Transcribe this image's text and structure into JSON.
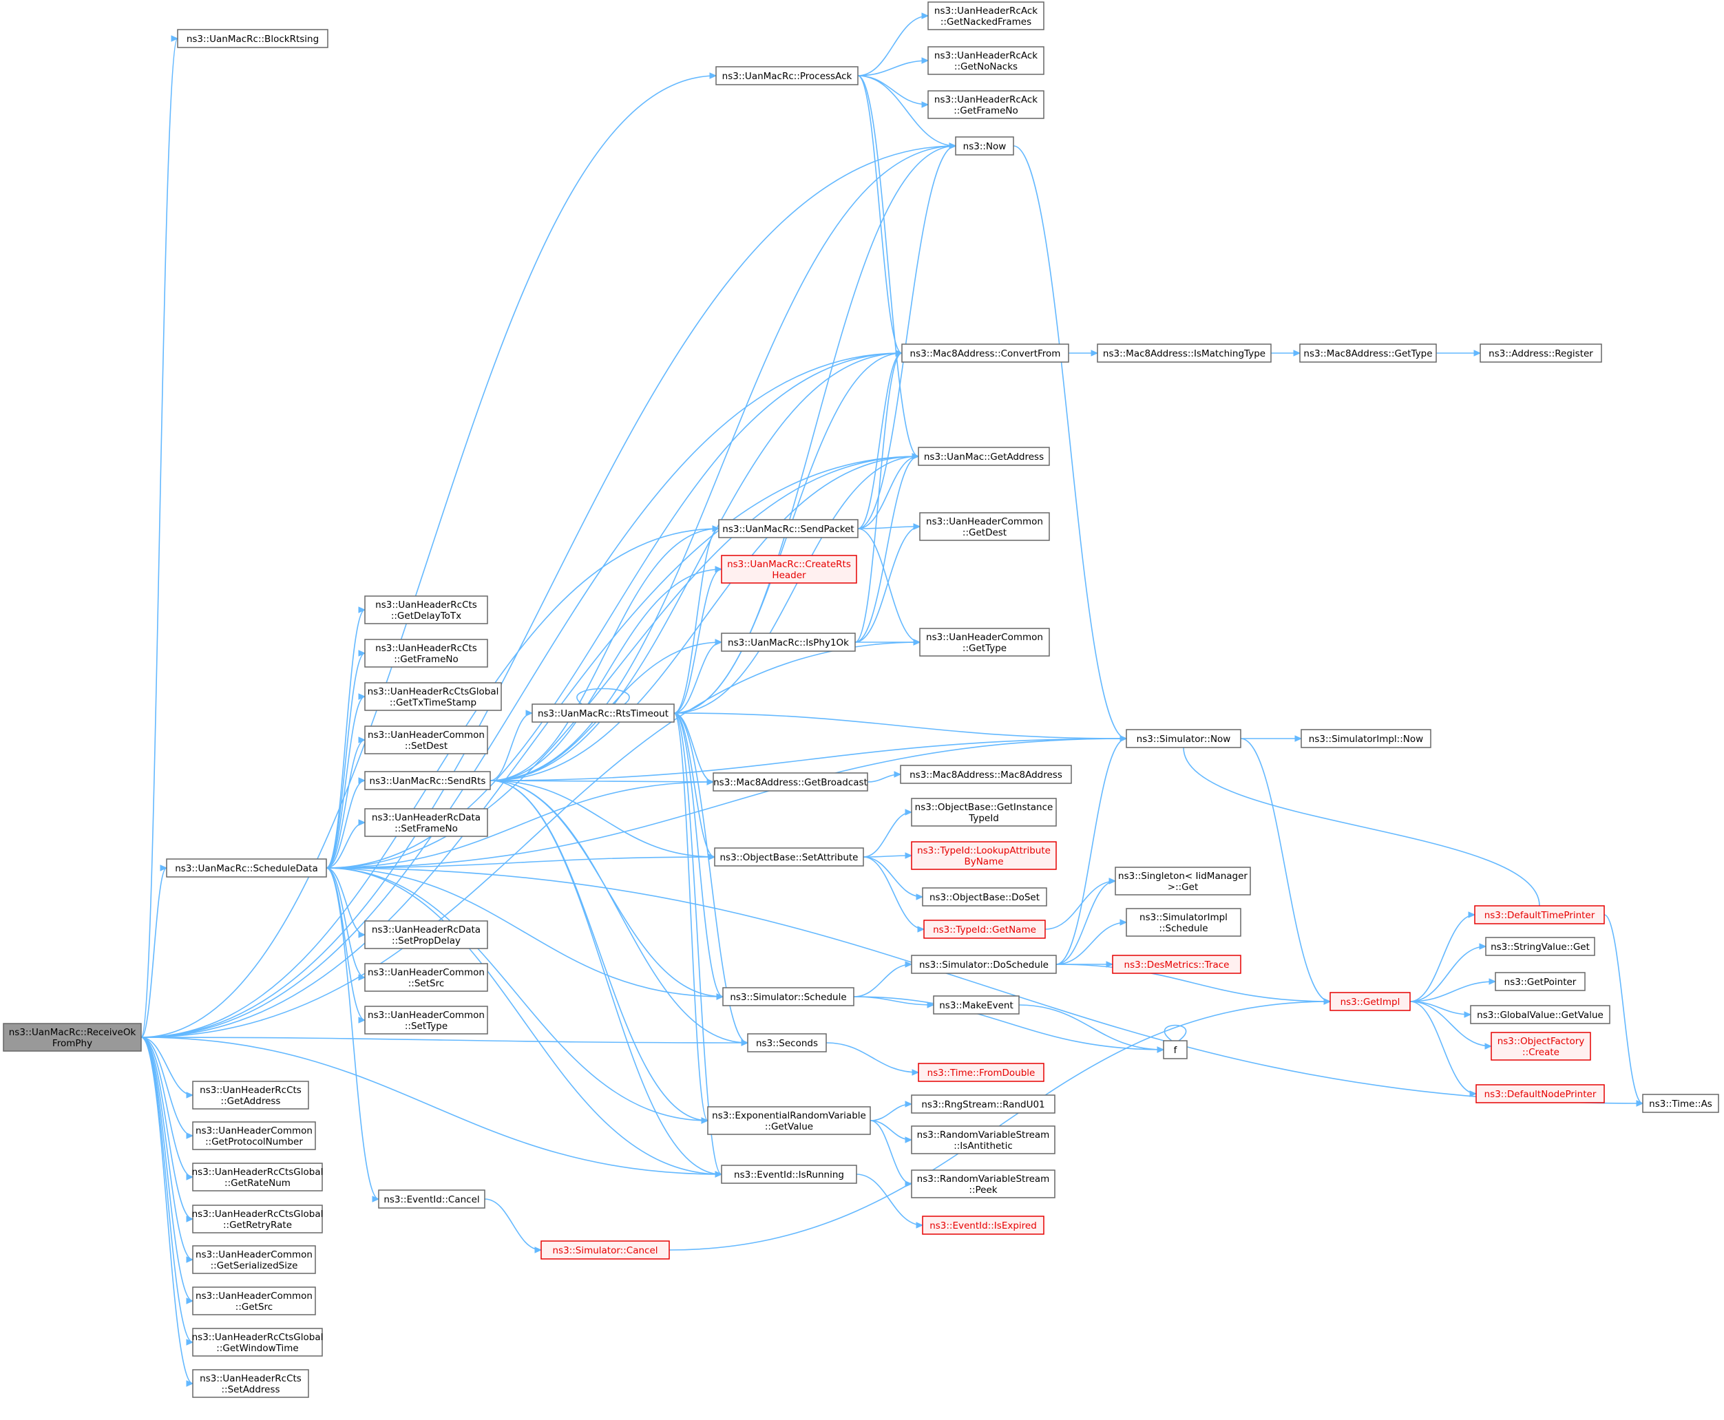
{
  "colors": {
    "edge": "#63b8ff",
    "node_border": "#666666",
    "root_fill": "#999999",
    "red_text": "#e60000",
    "red_fill": "#fff0f0"
  },
  "nodes": [
    {
      "id": "root",
      "lines": [
        "ns3::UanMacRc::ReceiveOk",
        "FromPhy"
      ],
      "style": "root"
    },
    {
      "id": "blockrts",
      "lines": [
        "ns3::UanMacRc::BlockRtsing"
      ],
      "style": "normal"
    },
    {
      "id": "processack",
      "lines": [
        "ns3::UanMacRc::ProcessAck"
      ],
      "style": "normal"
    },
    {
      "id": "nacked",
      "lines": [
        "ns3::UanHeaderRcAck",
        "::GetNackedFrames"
      ],
      "style": "normal"
    },
    {
      "id": "nonacks",
      "lines": [
        "ns3::UanHeaderRcAck",
        "::GetNoNacks"
      ],
      "style": "normal"
    },
    {
      "id": "frameno_ack",
      "lines": [
        "ns3::UanHeaderRcAck",
        "::GetFrameNo"
      ],
      "style": "normal"
    },
    {
      "id": "now",
      "lines": [
        "ns3::Now"
      ],
      "style": "normal"
    },
    {
      "id": "convertfrom",
      "lines": [
        "ns3::Mac8Address::ConvertFrom"
      ],
      "style": "normal"
    },
    {
      "id": "ismatching",
      "lines": [
        "ns3::Mac8Address::IsMatchingType"
      ],
      "style": "normal"
    },
    {
      "id": "gettype_mac8",
      "lines": [
        "ns3::Mac8Address::GetType"
      ],
      "style": "normal"
    },
    {
      "id": "register",
      "lines": [
        "ns3::Address::Register"
      ],
      "style": "normal"
    },
    {
      "id": "getaddress_mac",
      "lines": [
        "ns3::UanMac::GetAddress"
      ],
      "style": "normal"
    },
    {
      "id": "sendpacket",
      "lines": [
        "ns3::UanMacRc::SendPacket"
      ],
      "style": "normal"
    },
    {
      "id": "getdest",
      "lines": [
        "ns3::UanHeaderCommon",
        "::GetDest"
      ],
      "style": "normal"
    },
    {
      "id": "createrts",
      "lines": [
        "ns3::UanMacRc::CreateRts",
        "Header"
      ],
      "style": "red"
    },
    {
      "id": "isphy1ok",
      "lines": [
        "ns3::UanMacRc::IsPhy1Ok"
      ],
      "style": "normal"
    },
    {
      "id": "gettype_common",
      "lines": [
        "ns3::UanHeaderCommon",
        "::GetType"
      ],
      "style": "normal"
    },
    {
      "id": "getdelaytotx",
      "lines": [
        "ns3::UanHeaderRcCts",
        "::GetDelayToTx"
      ],
      "style": "normal"
    },
    {
      "id": "getframeno_cts",
      "lines": [
        "ns3::UanHeaderRcCts",
        "::GetFrameNo"
      ],
      "style": "normal"
    },
    {
      "id": "gettxtimestamp",
      "lines": [
        "ns3::UanHeaderRcCtsGlobal",
        "::GetTxTimeStamp"
      ],
      "style": "normal"
    },
    {
      "id": "setdest",
      "lines": [
        "ns3::UanHeaderCommon",
        "::SetDest"
      ],
      "style": "normal"
    },
    {
      "id": "rtstimeout",
      "lines": [
        "ns3::UanMacRc::RtsTimeout"
      ],
      "style": "normal"
    },
    {
      "id": "simnow",
      "lines": [
        "ns3::Simulator::Now"
      ],
      "style": "normal"
    },
    {
      "id": "simimplnow",
      "lines": [
        "ns3::SimulatorImpl::Now"
      ],
      "style": "normal"
    },
    {
      "id": "sendrts",
      "lines": [
        "ns3::UanMacRc::SendRts"
      ],
      "style": "normal"
    },
    {
      "id": "getbroadcast",
      "lines": [
        "ns3::Mac8Address::GetBroadcast"
      ],
      "style": "normal"
    },
    {
      "id": "mac8ctor",
      "lines": [
        "ns3::Mac8Address::Mac8Address"
      ],
      "style": "normal"
    },
    {
      "id": "getinstancetypeid",
      "lines": [
        "ns3::ObjectBase::GetInstance",
        "TypeId"
      ],
      "style": "normal"
    },
    {
      "id": "setframeno",
      "lines": [
        "ns3::UanHeaderRcData",
        "::SetFrameNo"
      ],
      "style": "normal"
    },
    {
      "id": "scheduledata",
      "lines": [
        "ns3::UanMacRc::ScheduleData"
      ],
      "style": "normal"
    },
    {
      "id": "setattribute",
      "lines": [
        "ns3::ObjectBase::SetAttribute"
      ],
      "style": "normal"
    },
    {
      "id": "lookupattr",
      "lines": [
        "ns3::TypeId::LookupAttribute",
        "ByName"
      ],
      "style": "red"
    },
    {
      "id": "singleton",
      "lines": [
        "ns3::Singleton< IidManager",
        ">::Get"
      ],
      "style": "normal"
    },
    {
      "id": "doset",
      "lines": [
        "ns3::ObjectBase::DoSet"
      ],
      "style": "normal"
    },
    {
      "id": "getname",
      "lines": [
        "ns3::TypeId::GetName"
      ],
      "style": "red"
    },
    {
      "id": "defaulttimeprinter",
      "lines": [
        "ns3::DefaultTimePrinter"
      ],
      "style": "red"
    },
    {
      "id": "setpropdelay",
      "lines": [
        "ns3::UanHeaderRcData",
        "::SetPropDelay"
      ],
      "style": "normal"
    },
    {
      "id": "simimplschedule",
      "lines": [
        "ns3::SimulatorImpl",
        "::Schedule"
      ],
      "style": "normal"
    },
    {
      "id": "stringvalueget",
      "lines": [
        "ns3::StringValue::Get"
      ],
      "style": "normal"
    },
    {
      "id": "setsrc",
      "lines": [
        "ns3::UanHeaderCommon",
        "::SetSrc"
      ],
      "style": "normal"
    },
    {
      "id": "doschedule",
      "lines": [
        "ns3::Simulator::DoSchedule"
      ],
      "style": "normal"
    },
    {
      "id": "trace",
      "lines": [
        "ns3::DesMetrics::Trace"
      ],
      "style": "red"
    },
    {
      "id": "getimpl",
      "lines": [
        "ns3::GetImpl"
      ],
      "style": "red"
    },
    {
      "id": "getpointer",
      "lines": [
        "ns3::GetPointer"
      ],
      "style": "normal"
    },
    {
      "id": "simschedule",
      "lines": [
        "ns3::Simulator::Schedule"
      ],
      "style": "normal"
    },
    {
      "id": "settype",
      "lines": [
        "ns3::UanHeaderCommon",
        "::SetType"
      ],
      "style": "normal"
    },
    {
      "id": "makeevent",
      "lines": [
        "ns3::MakeEvent"
      ],
      "style": "normal"
    },
    {
      "id": "globalvalue",
      "lines": [
        "ns3::GlobalValue::GetValue"
      ],
      "style": "normal"
    },
    {
      "id": "seconds",
      "lines": [
        "ns3::Seconds"
      ],
      "style": "normal"
    },
    {
      "id": "f",
      "lines": [
        "f"
      ],
      "style": "normal"
    },
    {
      "id": "objectfactory",
      "lines": [
        "ns3::ObjectFactory",
        "::Create"
      ],
      "style": "red"
    },
    {
      "id": "fromdouble",
      "lines": [
        "ns3::Time::FromDouble"
      ],
      "style": "red"
    },
    {
      "id": "getaddress_cts",
      "lines": [
        "ns3::UanHeaderRcCts",
        "::GetAddress"
      ],
      "style": "normal"
    },
    {
      "id": "defaultnodeprinter",
      "lines": [
        "ns3::DefaultNodePrinter"
      ],
      "style": "red"
    },
    {
      "id": "randu01",
      "lines": [
        "ns3::RngStream::RandU01"
      ],
      "style": "normal"
    },
    {
      "id": "timeas",
      "lines": [
        "ns3::Time::As"
      ],
      "style": "normal"
    },
    {
      "id": "expgetvalue",
      "lines": [
        "ns3::ExponentialRandomVariable",
        "::GetValue"
      ],
      "style": "normal"
    },
    {
      "id": "getprotocol",
      "lines": [
        "ns3::UanHeaderCommon",
        "::GetProtocolNumber"
      ],
      "style": "normal"
    },
    {
      "id": "isantithetic",
      "lines": [
        "ns3::RandomVariableStream",
        "::IsAntithetic"
      ],
      "style": "normal"
    },
    {
      "id": "getratenum",
      "lines": [
        "ns3::UanHeaderRcCtsGlobal",
        "::GetRateNum"
      ],
      "style": "normal"
    },
    {
      "id": "isrunning",
      "lines": [
        "ns3::EventId::IsRunning"
      ],
      "style": "normal"
    },
    {
      "id": "peek",
      "lines": [
        "ns3::RandomVariableStream",
        "::Peek"
      ],
      "style": "normal"
    },
    {
      "id": "getretryrate",
      "lines": [
        "ns3::UanHeaderRcCtsGlobal",
        "::GetRetryRate"
      ],
      "style": "normal"
    },
    {
      "id": "eventcancel",
      "lines": [
        "ns3::EventId::Cancel"
      ],
      "style": "normal"
    },
    {
      "id": "isexpired",
      "lines": [
        "ns3::EventId::IsExpired"
      ],
      "style": "red"
    },
    {
      "id": "simcancel",
      "lines": [
        "ns3::Simulator::Cancel"
      ],
      "style": "red"
    },
    {
      "id": "getserialized",
      "lines": [
        "ns3::UanHeaderCommon",
        "::GetSerializedSize"
      ],
      "style": "normal"
    },
    {
      "id": "getsrc",
      "lines": [
        "ns3::UanHeaderCommon",
        "::GetSrc"
      ],
      "style": "normal"
    },
    {
      "id": "getwindowtime",
      "lines": [
        "ns3::UanHeaderRcCtsGlobal",
        "::GetWindowTime"
      ],
      "style": "normal"
    },
    {
      "id": "setaddress",
      "lines": [
        "ns3::UanHeaderRcCts",
        "::SetAddress"
      ],
      "style": "normal"
    }
  ],
  "edges": [
    [
      "root",
      "blockrts"
    ],
    [
      "root",
      "processack"
    ],
    [
      "root",
      "now"
    ],
    [
      "root",
      "convertfrom"
    ],
    [
      "root",
      "getaddress_mac"
    ],
    [
      "root",
      "sendpacket"
    ],
    [
      "root",
      "scheduledata"
    ],
    [
      "root",
      "seconds"
    ],
    [
      "root",
      "getaddress_cts"
    ],
    [
      "root",
      "getprotocol"
    ],
    [
      "root",
      "getratenum"
    ],
    [
      "root",
      "getretryrate"
    ],
    [
      "root",
      "getserialized"
    ],
    [
      "root",
      "getsrc"
    ],
    [
      "root",
      "getwindowtime"
    ],
    [
      "root",
      "setaddress"
    ],
    [
      "root",
      "isrunning"
    ],
    [
      "root",
      "gettype_common"
    ],
    [
      "processack",
      "nacked"
    ],
    [
      "processack",
      "nonacks"
    ],
    [
      "processack",
      "frameno_ack"
    ],
    [
      "processack",
      "now"
    ],
    [
      "processack",
      "convertfrom"
    ],
    [
      "processack",
      "getaddress_mac"
    ],
    [
      "now",
      "simnow"
    ],
    [
      "convertfrom",
      "ismatching"
    ],
    [
      "ismatching",
      "gettype_mac8"
    ],
    [
      "gettype_mac8",
      "register"
    ],
    [
      "sendpacket",
      "now"
    ],
    [
      "sendpacket",
      "convertfrom"
    ],
    [
      "sendpacket",
      "getaddress_mac"
    ],
    [
      "sendpacket",
      "getdest"
    ],
    [
      "sendpacket",
      "gettype_common"
    ],
    [
      "isphy1ok",
      "getdest"
    ],
    [
      "isphy1ok",
      "gettype_common"
    ],
    [
      "isphy1ok",
      "convertfrom"
    ],
    [
      "isphy1ok",
      "getaddress_mac"
    ],
    [
      "scheduledata",
      "getdelaytotx"
    ],
    [
      "scheduledata",
      "getframeno_cts"
    ],
    [
      "scheduledata",
      "gettxtimestamp"
    ],
    [
      "scheduledata",
      "setdest"
    ],
    [
      "scheduledata",
      "sendrts"
    ],
    [
      "scheduledata",
      "setframeno"
    ],
    [
      "scheduledata",
      "setpropdelay"
    ],
    [
      "scheduledata",
      "setsrc"
    ],
    [
      "scheduledata",
      "settype"
    ],
    [
      "scheduledata",
      "eventcancel"
    ],
    [
      "scheduledata",
      "setattribute"
    ],
    [
      "scheduledata",
      "simschedule"
    ],
    [
      "scheduledata",
      "expgetvalue"
    ],
    [
      "scheduledata",
      "convertfrom"
    ],
    [
      "scheduledata",
      "getaddress_mac"
    ],
    [
      "scheduledata",
      "simnow"
    ],
    [
      "scheduledata",
      "timeas"
    ],
    [
      "scheduledata",
      "getbroadcast"
    ],
    [
      "scheduledata",
      "isrunning"
    ],
    [
      "sendrts",
      "rtstimeout"
    ],
    [
      "sendrts",
      "createrts"
    ],
    [
      "sendrts",
      "sendpacket"
    ],
    [
      "sendrts",
      "isphy1ok"
    ],
    [
      "sendrts",
      "simnow"
    ],
    [
      "sendrts",
      "getbroadcast"
    ],
    [
      "sendrts",
      "setattribute"
    ],
    [
      "sendrts",
      "simschedule"
    ],
    [
      "sendrts",
      "seconds"
    ],
    [
      "sendrts",
      "expgetvalue"
    ],
    [
      "sendrts",
      "isrunning"
    ],
    [
      "sendrts",
      "convertfrom"
    ],
    [
      "sendrts",
      "getaddress_mac"
    ],
    [
      "sendrts",
      "now"
    ],
    [
      "rtstimeout",
      "rtstimeout"
    ],
    [
      "rtstimeout",
      "now"
    ],
    [
      "rtstimeout",
      "convertfrom"
    ],
    [
      "rtstimeout",
      "getaddress_mac"
    ],
    [
      "rtstimeout",
      "sendpacket"
    ],
    [
      "rtstimeout",
      "createrts"
    ],
    [
      "rtstimeout",
      "isphy1ok"
    ],
    [
      "rtstimeout",
      "simnow"
    ],
    [
      "rtstimeout",
      "getbroadcast"
    ],
    [
      "rtstimeout",
      "setattribute"
    ],
    [
      "rtstimeout",
      "simschedule"
    ],
    [
      "rtstimeout",
      "seconds"
    ],
    [
      "rtstimeout",
      "expgetvalue"
    ],
    [
      "rtstimeout",
      "isrunning"
    ],
    [
      "simnow",
      "simimplnow"
    ],
    [
      "simnow",
      "getimpl"
    ],
    [
      "getbroadcast",
      "mac8ctor"
    ],
    [
      "setattribute",
      "getinstancetypeid"
    ],
    [
      "setattribute",
      "lookupattr"
    ],
    [
      "setattribute",
      "doset"
    ],
    [
      "setattribute",
      "getname"
    ],
    [
      "getname",
      "singleton"
    ],
    [
      "simschedule",
      "doschedule"
    ],
    [
      "simschedule",
      "makeevent"
    ],
    [
      "simschedule",
      "f"
    ],
    [
      "doschedule",
      "singleton"
    ],
    [
      "doschedule",
      "simimplschedule"
    ],
    [
      "doschedule",
      "trace"
    ],
    [
      "doschedule",
      "getimpl"
    ],
    [
      "doschedule",
      "simnow"
    ],
    [
      "makeevent",
      "f"
    ],
    [
      "f",
      "f"
    ],
    [
      "getimpl",
      "defaulttimeprinter"
    ],
    [
      "getimpl",
      "stringvalueget"
    ],
    [
      "getimpl",
      "getpointer"
    ],
    [
      "getimpl",
      "globalvalue"
    ],
    [
      "getimpl",
      "objectfactory"
    ],
    [
      "getimpl",
      "defaultnodeprinter"
    ],
    [
      "defaulttimeprinter",
      "simnow"
    ],
    [
      "defaulttimeprinter",
      "timeas"
    ],
    [
      "seconds",
      "fromdouble"
    ],
    [
      "expgetvalue",
      "randu01"
    ],
    [
      "expgetvalue",
      "isantithetic"
    ],
    [
      "expgetvalue",
      "peek"
    ],
    [
      "isrunning",
      "isexpired"
    ],
    [
      "eventcancel",
      "simcancel"
    ],
    [
      "simcancel",
      "getimpl"
    ]
  ]
}
